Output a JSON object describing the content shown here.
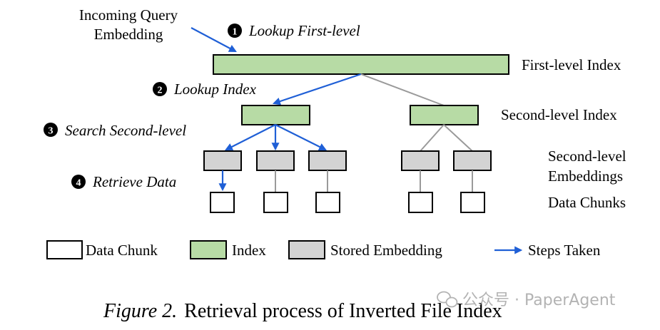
{
  "labels": {
    "incoming_line1": "Incoming Query",
    "incoming_line2": "Embedding",
    "first_level_index": "First-level Index",
    "second_level_index": "Second-level Index",
    "second_level_emb_line1": "Second-level",
    "second_level_emb_line2": "Embeddings",
    "data_chunks": "Data Chunks"
  },
  "steps": [
    {
      "marker": "1",
      "label": "Lookup First-level"
    },
    {
      "marker": "2",
      "label": "Lookup Index"
    },
    {
      "marker": "3",
      "label": "Search Second-level"
    },
    {
      "marker": "4",
      "label": "Retrieve Data"
    }
  ],
  "legend": {
    "data_chunk": "Data Chunk",
    "index": "Index",
    "stored_embedding": "Stored Embedding",
    "steps_taken": "Steps Taken"
  },
  "caption": {
    "prefix": "Figure 2.",
    "text": "Retrieval process of Inverted File Index"
  },
  "watermark": {
    "text": "公众号 · PaperAgent",
    "icon": "wechat-icon"
  },
  "colors": {
    "index_fill": "#b7dba5",
    "embedding_fill": "#d3d3d3",
    "chunk_fill": "#ffffff",
    "step_arrow": "#1f5fd6",
    "connector": "#9a9a9a",
    "outline": "#000000"
  }
}
